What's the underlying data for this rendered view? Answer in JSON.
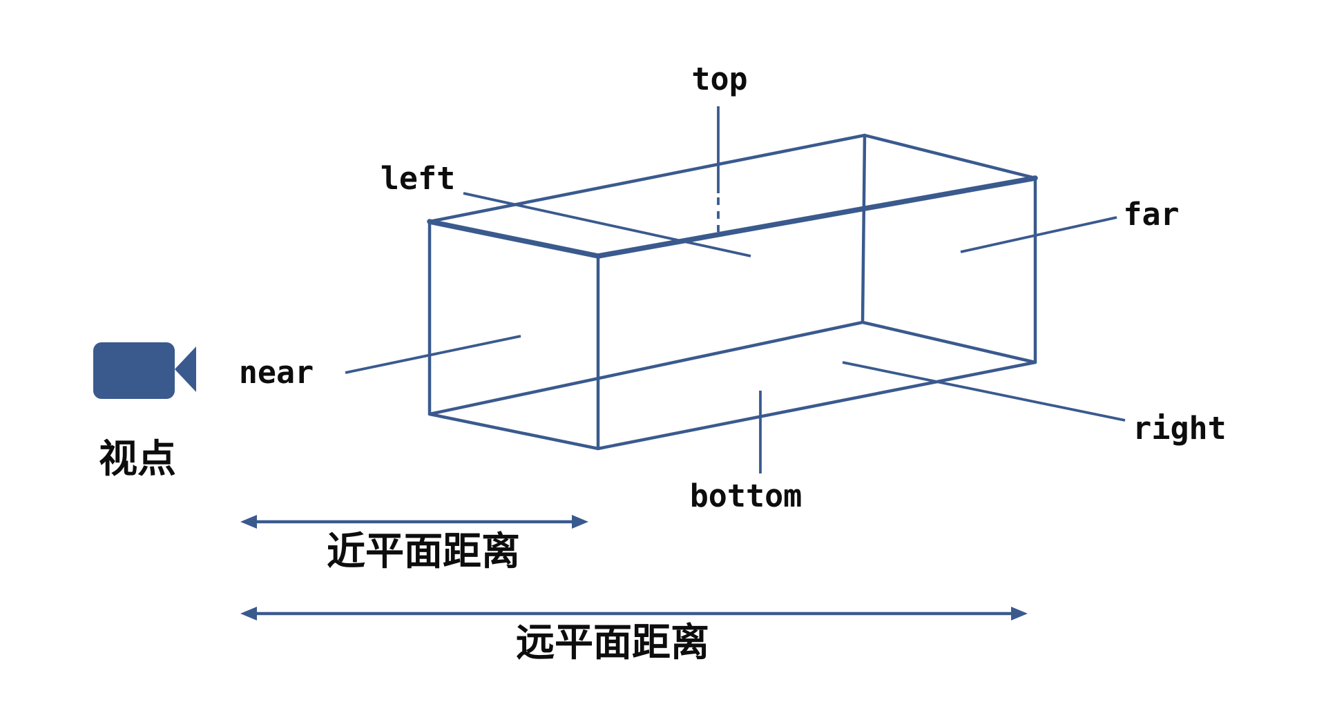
{
  "colors": {
    "accent": "#3a5a8e",
    "text": "#0d0d0d",
    "background": "#ffffff"
  },
  "diagram": {
    "plane_labels": {
      "top": "top",
      "left": "left",
      "far": "far",
      "near": "near",
      "right": "right",
      "bottom": "bottom"
    },
    "viewpoint_label": "视点",
    "near_plane_distance_label": "近平面距离",
    "far_plane_distance_label": "远平面距离"
  }
}
